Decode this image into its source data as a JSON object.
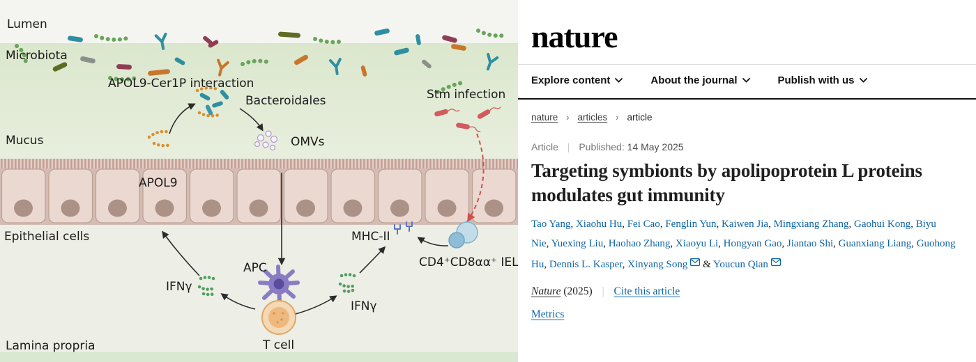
{
  "diagram": {
    "labels": {
      "lumen": "Lumen",
      "microbiota": "Microbiota",
      "apol9_cer1p": "APOL9-Cer1P interaction",
      "bacteroidales": "Bacteroidales",
      "stm_infection": "Stm infection",
      "mucus": "Mucus",
      "omvs": "OMVs",
      "apol9": "APOL9",
      "epithelial_cells": "Epithelial cells",
      "mhc2": "MHC-II",
      "iel": "CD4⁺CD8αα⁺ IEL",
      "apc": "APC",
      "ifng_left": "IFNγ",
      "ifng_right": "IFNγ",
      "t_cell": "T cell",
      "lamina_propria": "Lamina propria"
    },
    "colors": {
      "mucus_green": "#e3ecd8",
      "cell_pink": "#ebd9d1",
      "nucleus_brown": "#ac9186",
      "stm_red": "#d05c5c",
      "apc_purple": "#8a7cc2",
      "tcell_orange": "#f5d9b6",
      "iel_blue": "#c3dcea",
      "ifng_green": "#4f9e60",
      "apol9_orange": "#d98f2e"
    }
  },
  "site": {
    "brand": "nature",
    "nav": [
      {
        "label": "Explore content"
      },
      {
        "label": "About the journal"
      },
      {
        "label": "Publish with us"
      }
    ],
    "breadcrumb": [
      {
        "label": "nature"
      },
      {
        "label": "articles"
      },
      {
        "label": "article"
      }
    ],
    "breadcrumb_separator": "›",
    "divider": "|",
    "colors": {
      "link_blue": "#0d63a5",
      "rule_black": "#111111"
    },
    "article": {
      "type": "Article",
      "published_label": "Published:",
      "published_date": "14 May 2025",
      "title": "Targeting symbionts by apolipoprotein L proteins modulates gut immunity",
      "authors": [
        {
          "name": "Tao Yang"
        },
        {
          "name": "Xiaohu Hu"
        },
        {
          "name": "Fei Cao"
        },
        {
          "name": "Fenglin Yun"
        },
        {
          "name": "Kaiwen Jia"
        },
        {
          "name": "Mingxiang Zhang"
        },
        {
          "name": "Gaohui Kong"
        },
        {
          "name": "Biyu Nie"
        },
        {
          "name": "Yuexing Liu"
        },
        {
          "name": "Haohao Zhang"
        },
        {
          "name": "Xiaoyu Li"
        },
        {
          "name": "Hongyan Gao"
        },
        {
          "name": "Jiantao Shi"
        },
        {
          "name": "Guanxiang Liang"
        },
        {
          "name": "Guohong Hu"
        },
        {
          "name": "Dennis L. Kasper"
        },
        {
          "name": "Xinyang Song",
          "email": true
        },
        {
          "name": "Youcun Qian",
          "email": true
        }
      ],
      "ampersand": "&",
      "journal": "Nature",
      "year": "(2025)",
      "cite": "Cite this article",
      "metrics": "Metrics"
    }
  }
}
